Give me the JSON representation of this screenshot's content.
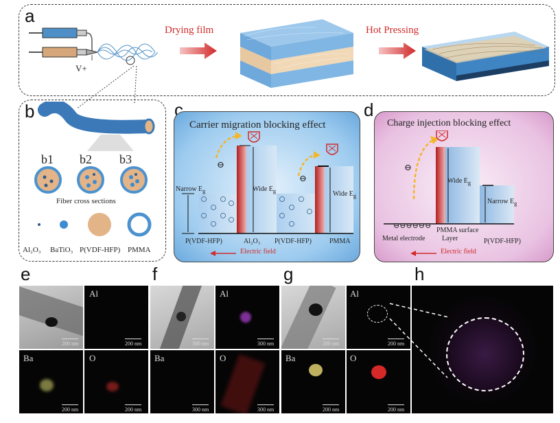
{
  "panels": {
    "a": "a",
    "b": "b",
    "c": "c",
    "d": "d",
    "e": "e",
    "f": "f",
    "g": "g",
    "h": "h"
  },
  "panel_a": {
    "voltage": "V+",
    "step1": "Drying film",
    "step2": "Hot Pressing"
  },
  "panel_b": {
    "sub1": "b1",
    "sub2": "b2",
    "sub3": "b3",
    "caption": "Fiber cross sections",
    "legend": [
      "Al₂O₃",
      "BaTiO₃",
      "P(VDF-HFP)",
      "PMMA"
    ]
  },
  "panel_c": {
    "title": "Carrier migration blocking effect",
    "narrow": "Narrow E",
    "narrow_sub": "g",
    "wide1": "Wide E",
    "wide1_sub": "g",
    "wide2": "Wide E",
    "wide2_sub": "g",
    "label1": "P(VDF-HFP)",
    "label2": "Al₂O₃",
    "label3": "P(VDF-HFP)",
    "label4": "PMMA",
    "field": "Electric field",
    "charge": "⊖"
  },
  "panel_d": {
    "title": "Charge injection blocking effect",
    "wide": "Wide E",
    "wide_sub": "g",
    "narrow": "Narrow E",
    "narrow_sub": "g",
    "surface": "PMMA surface",
    "layer": "Layer",
    "metal": "Metal electrode",
    "polymer": "P(VDF-HFP)",
    "field": "Electric field",
    "charge": "⊖"
  },
  "micro": {
    "e": {
      "al": "Al",
      "ba": "Ba",
      "o": "O",
      "scale": "200 nm"
    },
    "f": {
      "al": "Al",
      "ba": "Ba",
      "o": "O",
      "scale": "300 nm"
    },
    "g": {
      "al": "Al",
      "ba": "Ba",
      "o": "O",
      "scale": "200 nm"
    }
  },
  "colors": {
    "accent_red": "#d12a2a",
    "blue_box": "#8ec3ec",
    "pink_box": "#e7b8dd",
    "fiber_tan": "#e3b487"
  }
}
